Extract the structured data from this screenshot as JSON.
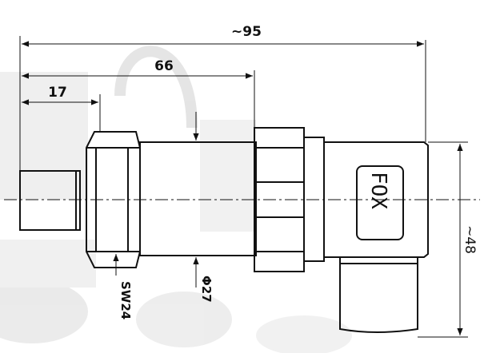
{
  "dimensions": {
    "overall_length": "~95",
    "body_length": "66",
    "thread_length": "17",
    "height": "~48",
    "hex_size": "SW24",
    "body_diameter": "Φ27"
  },
  "logo": "FOX",
  "colors": {
    "line": "#111111",
    "background_photo": "#d6d6d6"
  }
}
